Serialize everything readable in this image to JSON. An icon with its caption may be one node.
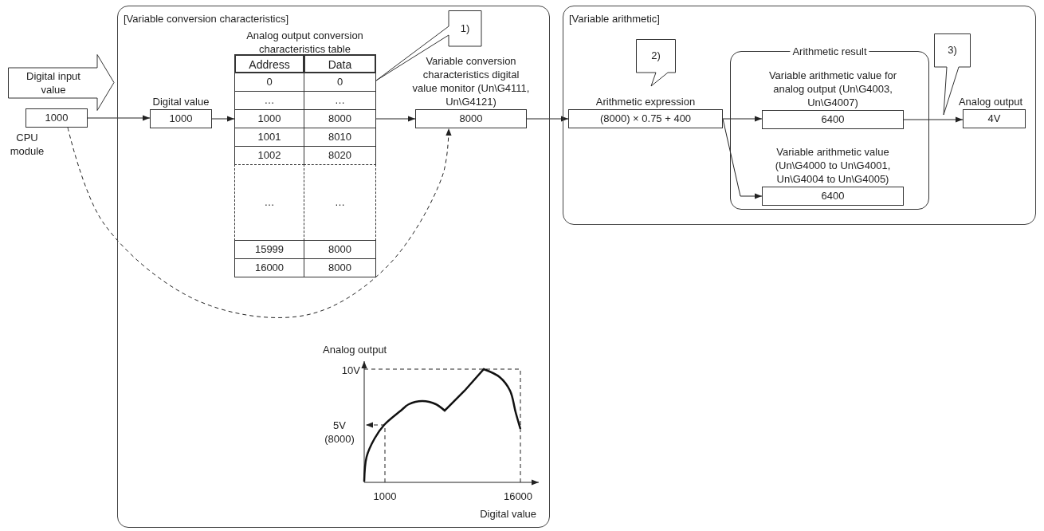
{
  "diagram": {
    "nodes": [
      {
        "text": [
          "[Variable conversion characteristics]"
        ]
      },
      {
        "text": [
          "[Variable arithmetic]"
        ]
      },
      {
        "text": [
          "Digital input value"
        ]
      },
      {
        "text": [
          "1000"
        ],
        "beside": [
          "CPU module"
        ]
      },
      {
        "text": [
          "Digital value",
          "1000"
        ],
        "in": 0
      },
      {
        "text": [
          "Analog output conversion characteristics table"
        ],
        "in": 0
      },
      {
        "text": [
          "1000",
          "8000"
        ],
        "in": 5
      },
      {
        "text": [
          "Variable conversion characteristics digital value monitor (Un\\G4111, Un\\G4121)",
          "8000"
        ],
        "in": 0
      },
      {
        "text": [
          "1)"
        ],
        "in": 0
      },
      {
        "text": [
          "Arithmetic expression",
          "(8000) × 0.75 + 400"
        ],
        "in": 1
      },
      {
        "text": [
          "2)"
        ],
        "in": 1
      },
      {
        "text": [
          "Arithmetic result"
        ],
        "in": 1
      },
      {
        "text": [
          "Variable arithmetic value for analog output (Un\\G4003, Un\\G4007)",
          "6400"
        ],
        "in": 11
      },
      {
        "text": [
          "Variable arithmetic value (Un\\G4000 to Un\\G4001, Un\\G4004 to Un\\G4005)",
          "6400"
        ],
        "in": 11
      },
      {
        "text": [
          "3)"
        ],
        "in": 1
      },
      {
        "text": [
          "Analog output",
          "4V"
        ],
        "in": 1
      }
    ],
    "edges": [
      {
        "from": 3,
        "to": 4,
        "arrow": "to"
      },
      {
        "from": 4,
        "to": 6,
        "arrow": "to"
      },
      {
        "from": 6,
        "to": 7,
        "arrow": "to"
      },
      {
        "from": 7,
        "to": 9,
        "arrow": "to"
      },
      {
        "from": 9,
        "to": 12,
        "arrow": "to"
      },
      {
        "from": 9,
        "to": 13,
        "arrow": "to"
      },
      {
        "from": 12,
        "to": 15,
        "arrow": "to"
      },
      {
        "from": 3,
        "to": 7,
        "arrow": "to",
        "style": "dashed"
      }
    ],
    "labels": [
      "Address",
      "Data",
      "0",
      "0",
      "…",
      "…",
      "1001",
      "8010",
      "1002",
      "8020",
      "…",
      "…",
      "15999",
      "8000",
      "16000",
      "8000",
      "Analog output",
      "10V",
      "5V (8000)",
      "1000",
      "16000",
      "Digital value"
    ]
  }
}
